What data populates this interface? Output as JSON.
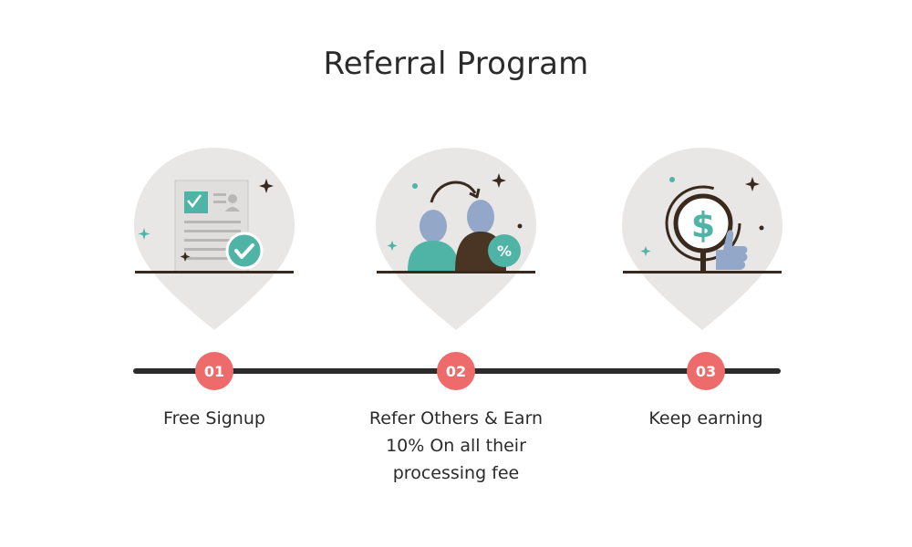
{
  "page_title": "Referral Program",
  "colors": {
    "accent": "#ee6b6b",
    "teal": "#4fb3a6",
    "dark": "#2b2b2b",
    "brown": "#4a3424",
    "slate": "#93a8c9",
    "bubble": "#e8e7e5"
  },
  "steps": [
    {
      "number": "01",
      "icon": "signup-document-check-icon",
      "label_lines": [
        "Free Signup"
      ]
    },
    {
      "number": "02",
      "icon": "refer-people-percent-icon",
      "label_lines": [
        "Refer Others & Earn",
        "10% On all their",
        "processing fee"
      ]
    },
    {
      "number": "03",
      "icon": "dollar-thumbs-up-icon",
      "label_lines": [
        "Keep earning"
      ]
    }
  ]
}
